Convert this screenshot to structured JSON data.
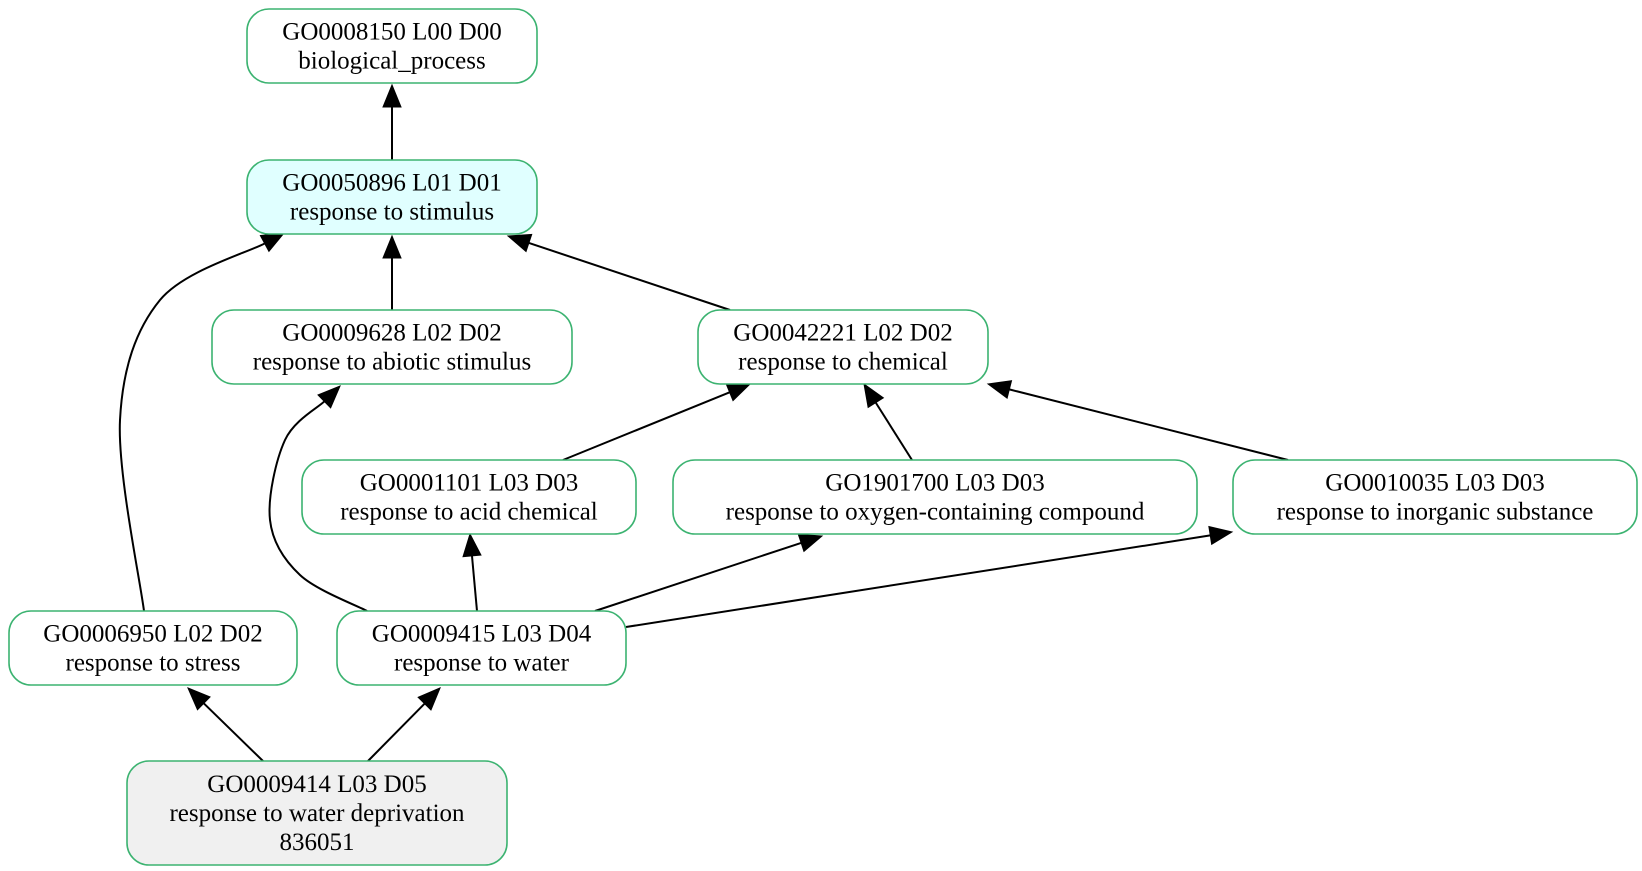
{
  "colors": {
    "border": "#3cb371",
    "default_fill": "#ffffff",
    "highlight_fill": "#e0ffff",
    "query_fill": "#f0f0f0",
    "edge": "#000000"
  },
  "nodes": [
    {
      "id": "GO0008150",
      "lines": [
        "GO0008150 L00 D00",
        "biological_process"
      ],
      "fill": "default"
    },
    {
      "id": "GO0050896",
      "lines": [
        "GO0050896 L01 D01",
        "response to stimulus"
      ],
      "fill": "highlight"
    },
    {
      "id": "GO0009628",
      "lines": [
        "GO0009628 L02 D02",
        "response to abiotic stimulus"
      ],
      "fill": "default"
    },
    {
      "id": "GO0042221",
      "lines": [
        "GO0042221 L02 D02",
        "response to chemical"
      ],
      "fill": "default"
    },
    {
      "id": "GO0001101",
      "lines": [
        "GO0001101 L03 D03",
        "response to acid chemical"
      ],
      "fill": "default"
    },
    {
      "id": "GO1901700",
      "lines": [
        "GO1901700 L03 D03",
        "response to oxygen-containing compound"
      ],
      "fill": "default"
    },
    {
      "id": "GO0010035",
      "lines": [
        "GO0010035 L03 D03",
        "response to inorganic substance"
      ],
      "fill": "default"
    },
    {
      "id": "GO0006950",
      "lines": [
        "GO0006950 L02 D02",
        "response to stress"
      ],
      "fill": "default"
    },
    {
      "id": "GO0009415",
      "lines": [
        "GO0009415 L03 D04",
        "response to water"
      ],
      "fill": "default"
    },
    {
      "id": "GO0009414",
      "lines": [
        "GO0009414 L03 D05",
        "response to water deprivation",
        "836051"
      ],
      "fill": "query"
    }
  ],
  "edges": [
    {
      "from": "GO0050896",
      "to": "GO0008150"
    },
    {
      "from": "GO0009628",
      "to": "GO0050896"
    },
    {
      "from": "GO0042221",
      "to": "GO0050896"
    },
    {
      "from": "GO0006950",
      "to": "GO0050896"
    },
    {
      "from": "GO0001101",
      "to": "GO0042221"
    },
    {
      "from": "GO1901700",
      "to": "GO0042221"
    },
    {
      "from": "GO0010035",
      "to": "GO0042221"
    },
    {
      "from": "GO0009415",
      "to": "GO0009628"
    },
    {
      "from": "GO0009415",
      "to": "GO0001101"
    },
    {
      "from": "GO0009415",
      "to": "GO1901700"
    },
    {
      "from": "GO0009415",
      "to": "GO0010035"
    },
    {
      "from": "GO0009414",
      "to": "GO0006950"
    },
    {
      "from": "GO0009414",
      "to": "GO0009415"
    }
  ]
}
